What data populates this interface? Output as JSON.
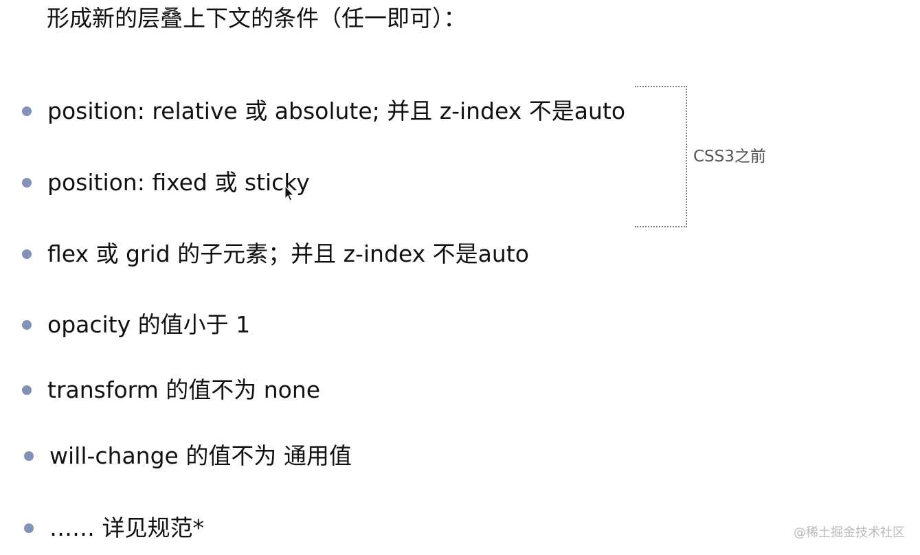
{
  "title": "形成新的层叠上下文的条件（任一即可）：",
  "items": [
    "position: relative 或 absolute; 并且 z-index 不是auto",
    "position: fixed 或 sticky",
    "flex 或 grid 的子元素；并且 z-index 不是auto",
    "opacity 的值小于 1",
    "transform 的值不为 none",
    "will-change 的值不为 通用值",
    "…… 详见规范*"
  ],
  "bracket_label": "CSS3之前",
  "watermark": "@稀土掘金技术社区",
  "colors": {
    "bullet": "#8592b8",
    "text": "#111111",
    "bracket": "#7d7d7d",
    "watermark": "#b9b9b9"
  }
}
